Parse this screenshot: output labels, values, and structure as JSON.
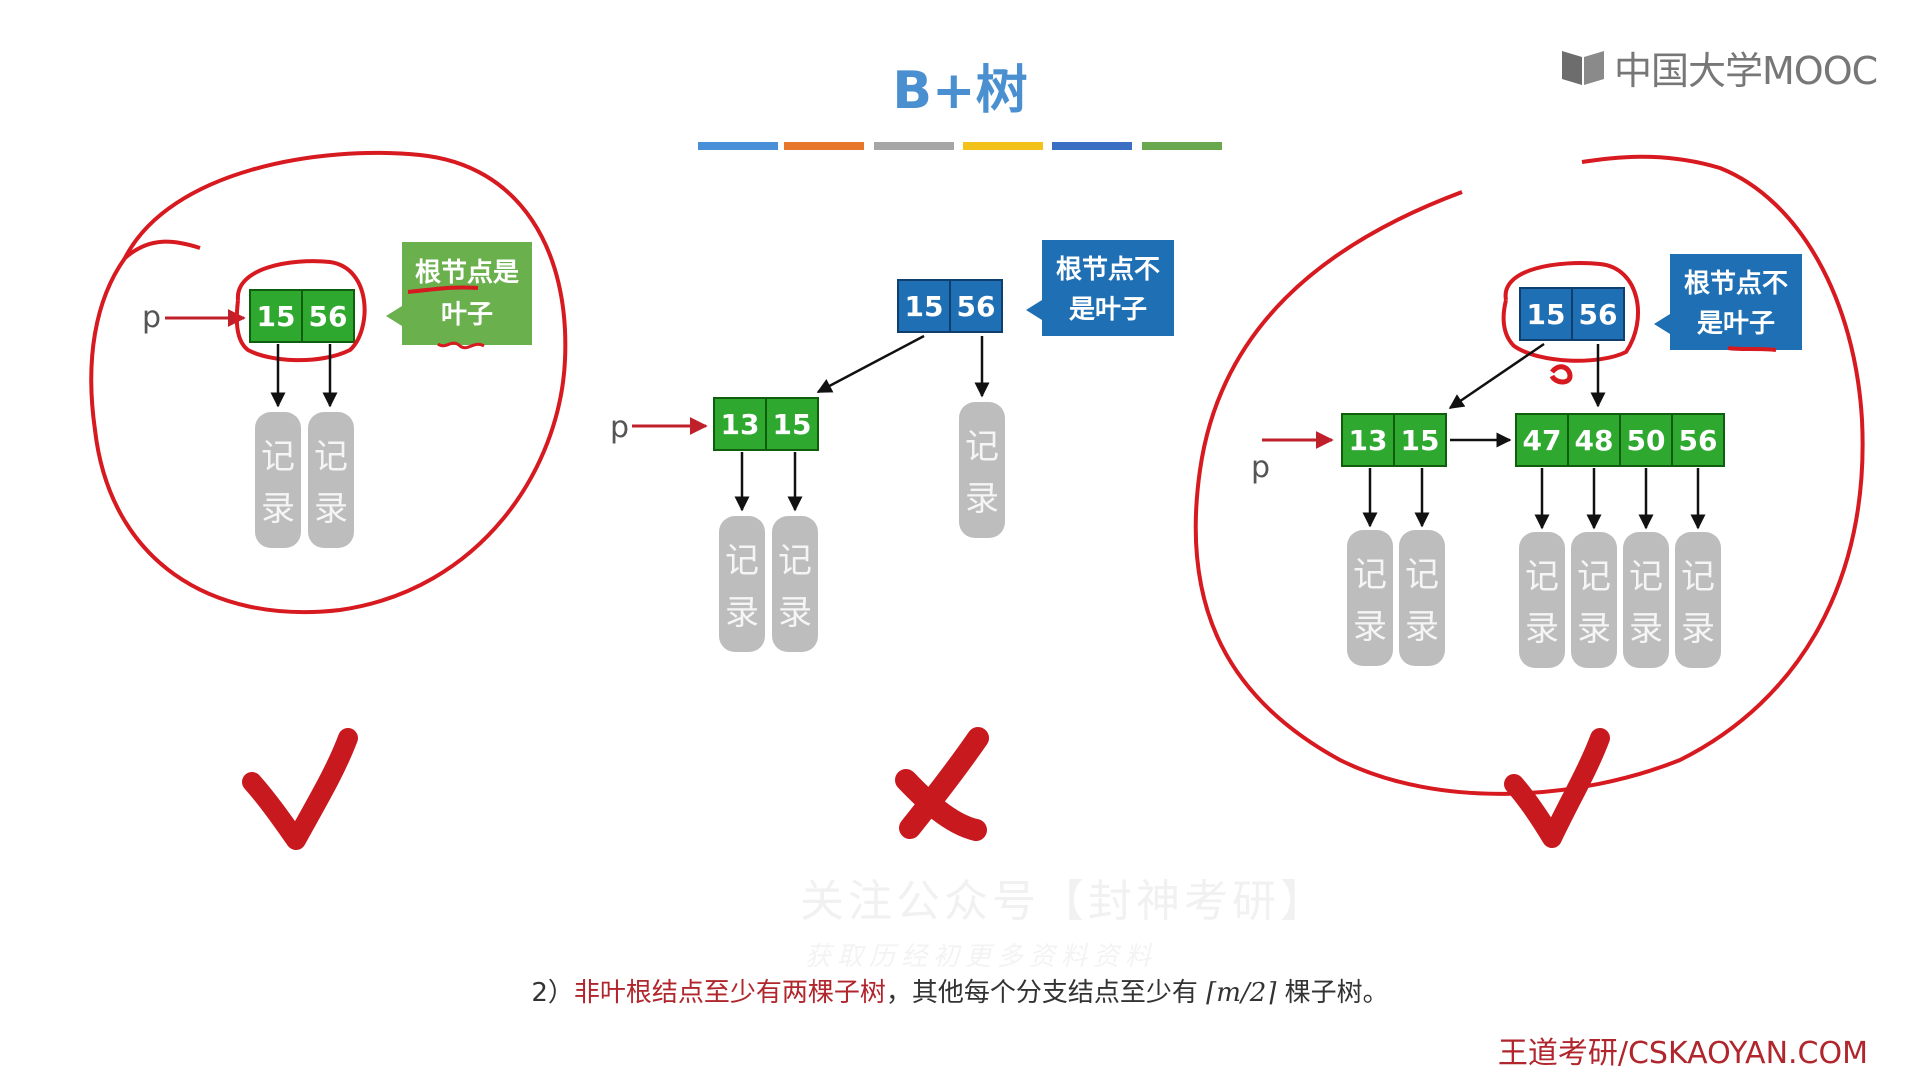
{
  "title": "B+树",
  "logo": {
    "text": "中国大学MOOC",
    "icon": "mooc-book-icon"
  },
  "color_bar": [
    "#4a90d9",
    "#e8772e",
    "#a6a6a6",
    "#f2c21b",
    "#3a6fc4",
    "#6aa84f"
  ],
  "colors": {
    "green_node": "#2ea82e",
    "blue_node": "#1f6fb4",
    "record": "#bdbdbd",
    "annotation": "#d71920",
    "pointer_arrow": "#c0202a"
  },
  "diagrams": [
    {
      "verdict": "correct",
      "pointer_label": "p",
      "callout": {
        "line1": "根节点是",
        "line2": "叶子",
        "color": "#6ab04c"
      },
      "root_keys": [
        "15",
        "56"
      ],
      "records": [
        "记录",
        "记录"
      ]
    },
    {
      "verdict": "wrong",
      "pointer_label": "p",
      "callout": {
        "line1": "根节点不",
        "line2": "是叶子",
        "color": "#1f6fb4"
      },
      "root_keys": [
        "15",
        "56"
      ],
      "leaf_keys": [
        "13",
        "15"
      ],
      "records": [
        "记录",
        "记录",
        "记录"
      ]
    },
    {
      "verdict": "correct",
      "pointer_label": "p",
      "callout": {
        "line1": "根节点不",
        "line2": "是叶子",
        "color": "#1f6fb4"
      },
      "root_keys": [
        "15",
        "56"
      ],
      "leaf1_keys": [
        "13",
        "15"
      ],
      "leaf2_keys": [
        "47",
        "48",
        "50",
        "56"
      ],
      "records": [
        "记录",
        "记录",
        "记录",
        "记录",
        "记录",
        "记录"
      ]
    }
  ],
  "caption": {
    "prefix": "2）",
    "highlight": "非叶根结点至少有两棵子树",
    "middle": "，其他每个分支结点至少有 ",
    "math": "⌈m/2⌉",
    "suffix": " 棵子树。"
  },
  "watermark": {
    "line1": "关注公众号【封神考研】",
    "line2": "获取历经初更多资料资料"
  },
  "brand": "王道考研/CSKAOYAN.COM"
}
